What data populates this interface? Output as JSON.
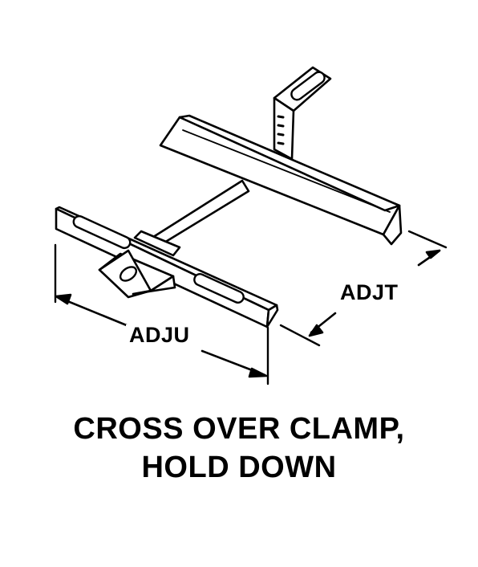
{
  "labels": {
    "adjt": "ADJT",
    "adju": "ADJU"
  },
  "caption": {
    "line1": "CROSS OVER CLAMP,",
    "line2": "HOLD DOWN"
  },
  "colors": {
    "ink": "#000000",
    "paper": "#ffffff"
  }
}
